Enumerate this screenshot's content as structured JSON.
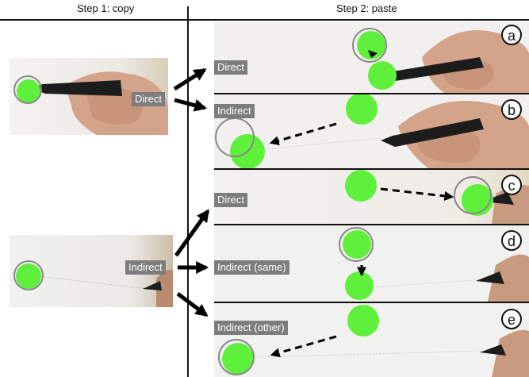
{
  "headers": {
    "step1": "Step 1: copy",
    "step2": "Step 2: paste"
  },
  "copy_panels": {
    "direct": {
      "label": "Direct"
    },
    "indirect": {
      "label": "Indirect"
    }
  },
  "paste_panels": [
    {
      "badge": "a",
      "label": "Direct"
    },
    {
      "badge": "b",
      "label": "Indirect"
    },
    {
      "badge": "c",
      "label": "Direct"
    },
    {
      "badge": "d",
      "label": "Indirect (same)"
    },
    {
      "badge": "e",
      "label": "Indirect (other)"
    }
  ],
  "colors": {
    "blob": "#5ef03a",
    "ring": "#888888",
    "label_bg": "#7d7d7d",
    "pen": "#1c1c1c",
    "skin": "#d8a98e",
    "photo_bg": "#efeeec"
  }
}
